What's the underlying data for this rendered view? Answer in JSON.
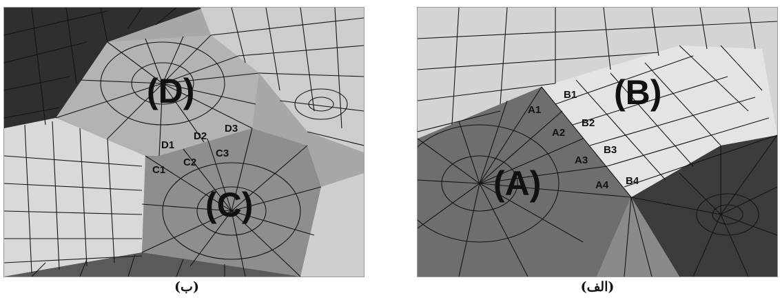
{
  "figure": {
    "left_panel": {
      "caption": "(ب)",
      "region_labels": [
        "(D)",
        "(C)"
      ],
      "element_labels": [
        "D1",
        "D2",
        "D3",
        "C1",
        "C2",
        "C3"
      ]
    },
    "right_panel": {
      "caption": "(الف)",
      "region_labels": [
        "(A)",
        "(B)"
      ],
      "element_labels": [
        "A1",
        "A2",
        "A3",
        "A4",
        "B1",
        "B2",
        "B3",
        "B4"
      ]
    }
  }
}
